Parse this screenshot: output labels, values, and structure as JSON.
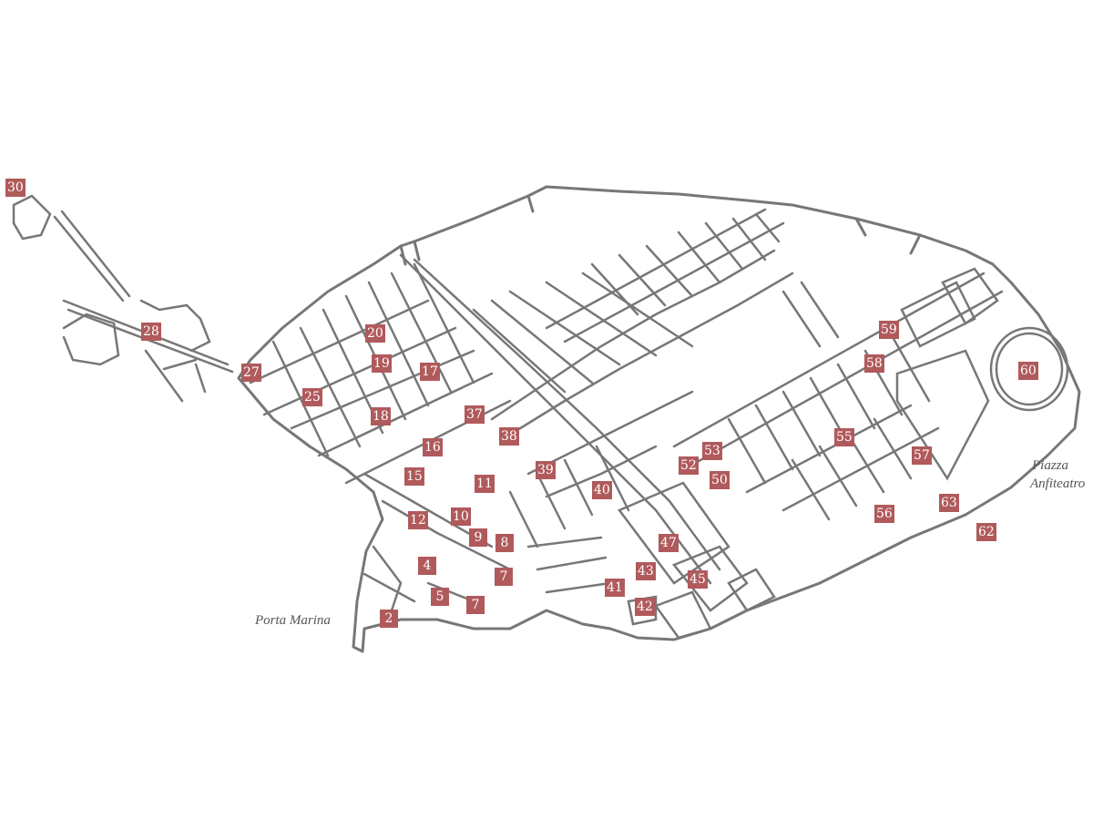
{
  "map": {
    "colors": {
      "background": "#ffffff",
      "street": "#777777",
      "marker_fill": "#b05a5c",
      "marker_text": "#ffffff",
      "label_text": "#555555"
    },
    "place_labels": {
      "porta_marina": "Porta Marina",
      "piazza_line1": "Piazza",
      "piazza_line2": "Anfiteatro"
    },
    "markers": [
      "30",
      "28",
      "27",
      "25",
      "20",
      "19",
      "17",
      "18",
      "16",
      "15",
      "12",
      "4",
      "5",
      "2",
      "7",
      "7",
      "8",
      "9",
      "10",
      "11",
      "37",
      "38",
      "39",
      "40",
      "41",
      "42",
      "43",
      "45",
      "47",
      "52",
      "53",
      "50",
      "55",
      "56",
      "57",
      "58",
      "59",
      "60",
      "62",
      "63"
    ]
  }
}
